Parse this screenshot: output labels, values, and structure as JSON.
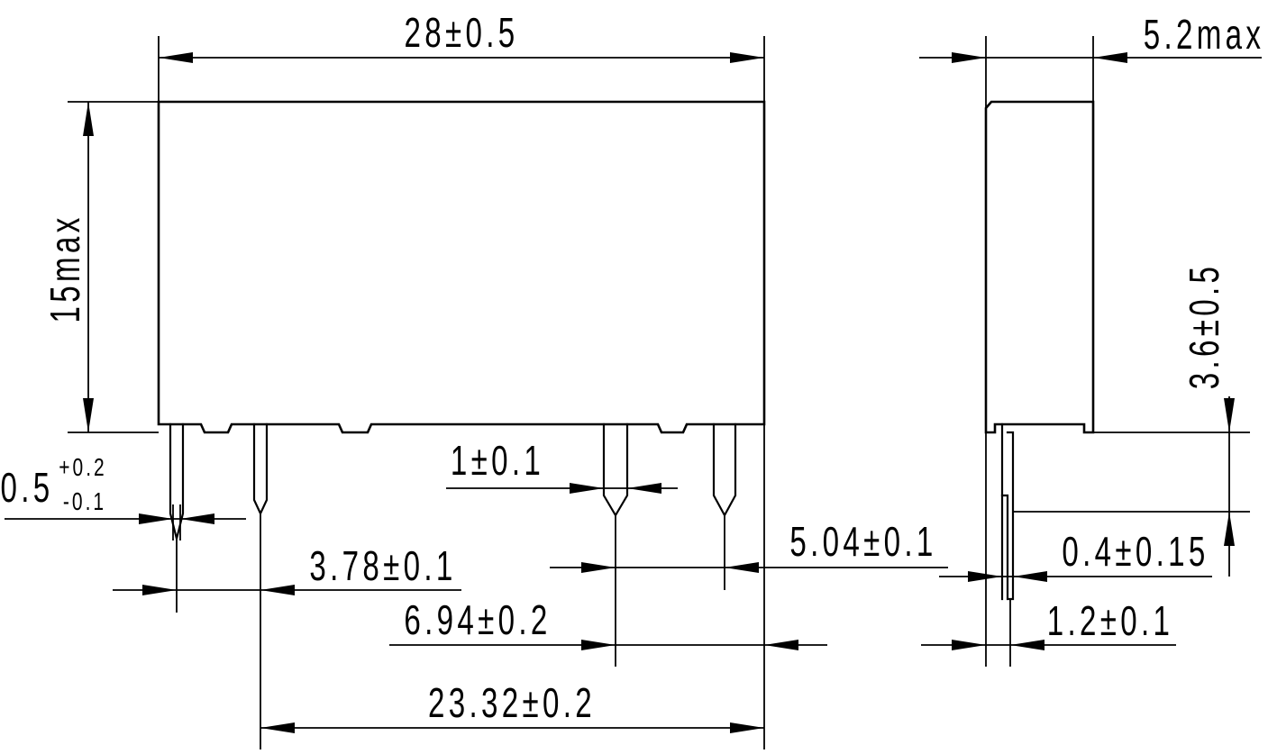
{
  "front_view": {
    "width_label": "28±0.5",
    "height_label": "15max",
    "pin_width_label": "1±0.1",
    "pin_thickness_label": "0.5",
    "pin_thickness_tol_upper": "+0.2",
    "pin_thickness_tol_lower": "-0.1",
    "pitch_a_label": "3.78±0.1",
    "pitch_b_label": "6.94±0.2",
    "pitch_c_label": "5.04±0.1",
    "pitch_total_label": "23.32±0.2"
  },
  "side_view": {
    "depth_label": "5.2max",
    "pin_length_label": "3.6±0.5",
    "pin_thick_label": "0.4±0.15",
    "pin_offset_label": "1.2±0.1"
  }
}
